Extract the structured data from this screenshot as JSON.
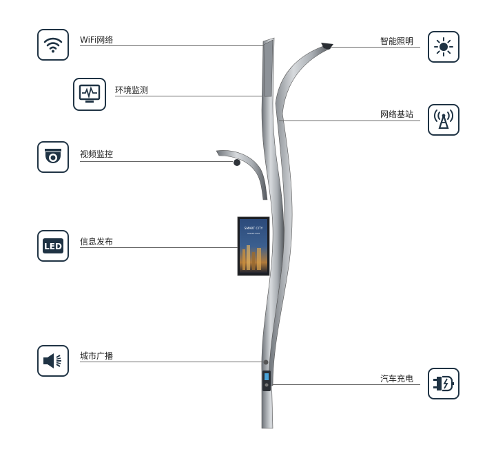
{
  "features": {
    "wifi": {
      "label": "WiFi网络",
      "icon": "wifi-icon"
    },
    "environment": {
      "label": "环境监测",
      "icon": "monitor-pulse-icon"
    },
    "camera": {
      "label": "视频监控",
      "icon": "camera-icon"
    },
    "led": {
      "label": "信息发布",
      "icon": "led-icon",
      "icon_text": "LED"
    },
    "broadcast": {
      "label": "城市广播",
      "icon": "speaker-icon"
    },
    "lighting": {
      "label": "智能照明",
      "icon": "sun-icon"
    },
    "base_station": {
      "label": "网络基站",
      "icon": "antenna-icon"
    },
    "charging": {
      "label": "汽车充电",
      "icon": "plug-icon"
    }
  },
  "screen": {
    "title": "SMART CITY",
    "subtitle": "SMART.COM"
  },
  "colors": {
    "icon_stroke": "#1f3344",
    "line": "#666666",
    "pole": "#9aa0a6"
  }
}
